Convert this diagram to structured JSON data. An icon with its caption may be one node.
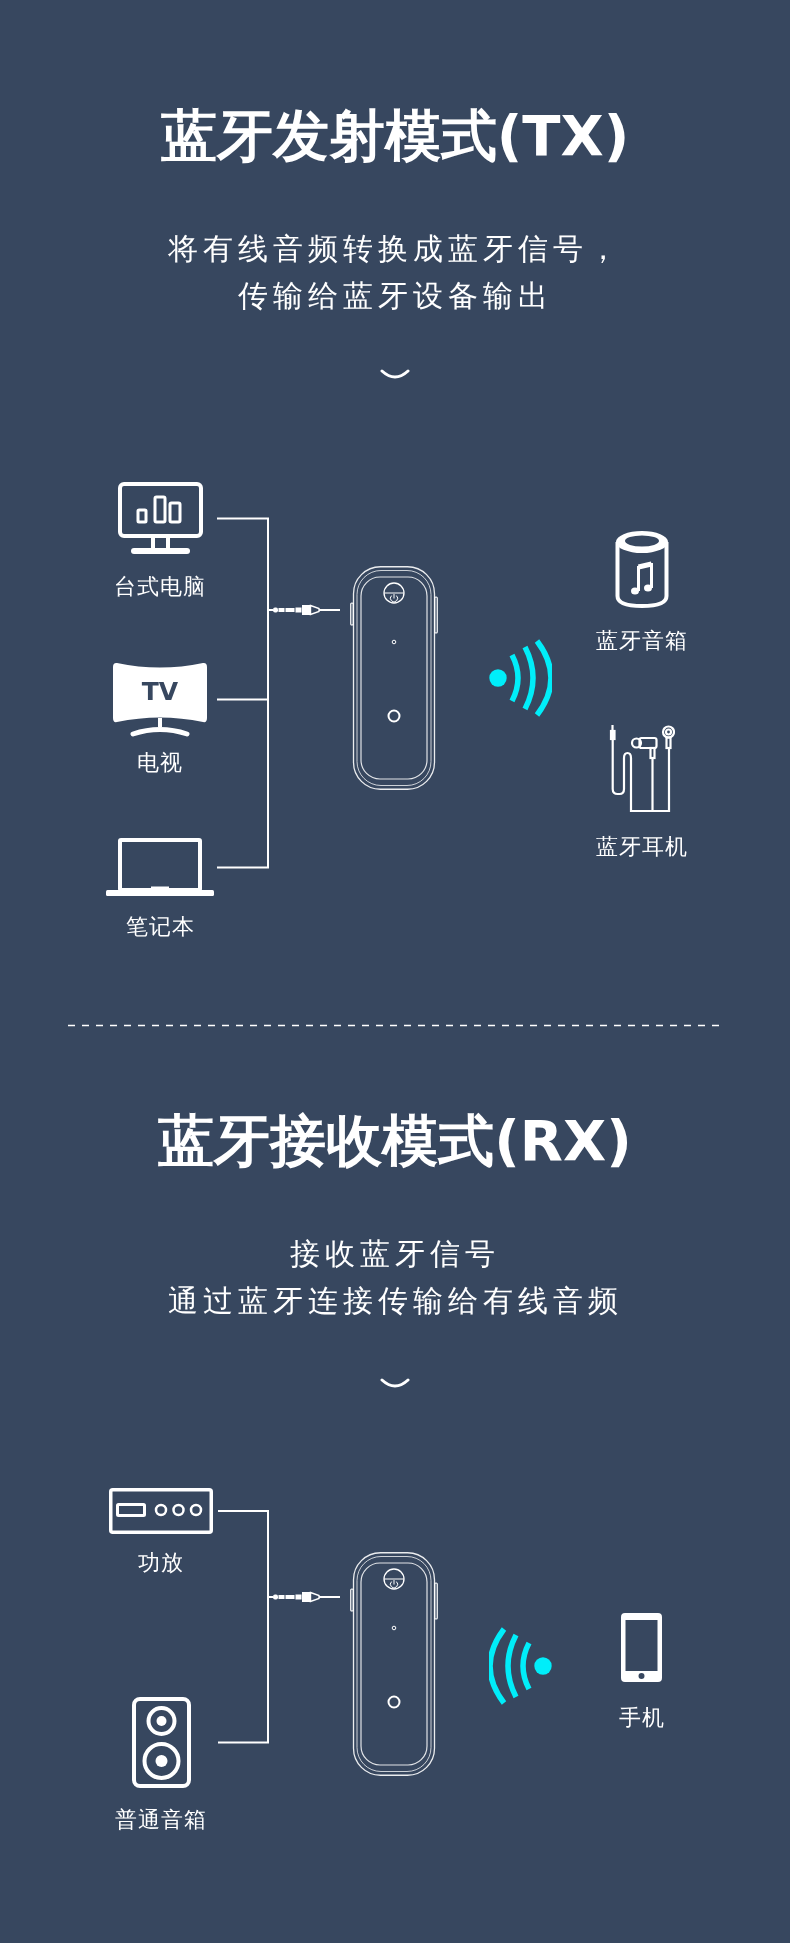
{
  "diagram": {
    "nodes": [
      {
        "text": [
          "台式电脑"
        ]
      },
      {
        "text": [
          "TV",
          "电视"
        ]
      },
      {
        "text": [
          "笔记本"
        ]
      },
      {
        "text": [],
        "shape": "picture"
      },
      {
        "text": [],
        "shape": "picture"
      },
      {
        "text": [
          "蓝牙音箱"
        ]
      },
      {
        "text": [
          "蓝牙耳机"
        ]
      },
      {
        "text": [
          "功放"
        ]
      },
      {
        "text": [
          "普通音箱"
        ]
      },
      {
        "text": [],
        "shape": "picture"
      },
      {
        "text": [],
        "shape": "picture"
      },
      {
        "text": [
          "手机"
        ]
      }
    ],
    "edges": [
      {
        "from": 0,
        "to": 3,
        "arrow": "none"
      },
      {
        "from": 1,
        "to": 3,
        "arrow": "none"
      },
      {
        "from": 2,
        "to": 3,
        "arrow": "none"
      },
      {
        "from": 7,
        "to": 9,
        "arrow": "none"
      },
      {
        "from": 8,
        "to": 9,
        "arrow": "none"
      }
    ],
    "labels": [
      "蓝牙发射模式(TX)",
      "将有线音频转换成蓝牙信号，传输给蓝牙设备输出",
      "蓝牙接收模式(RX)",
      "接收蓝牙信号",
      "通过蓝牙连接传输给有线音频"
    ]
  }
}
